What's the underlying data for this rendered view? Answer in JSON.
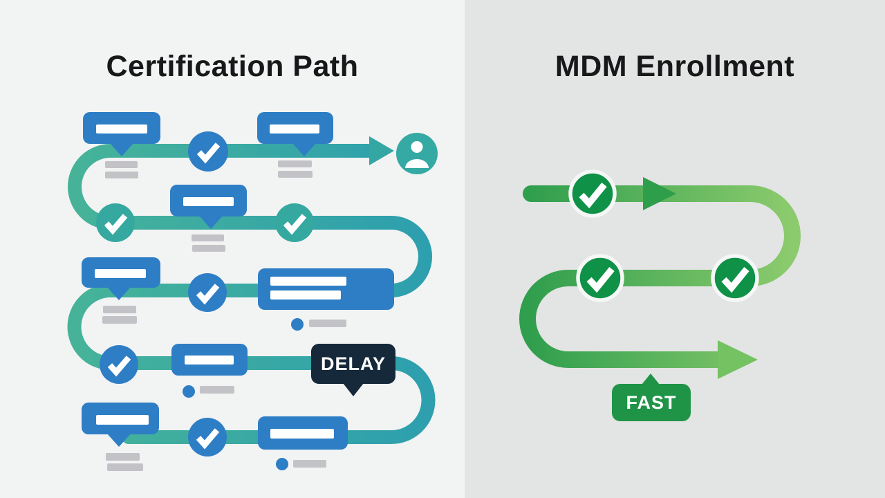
{
  "left": {
    "title": "Certification Path",
    "delay_label": "DELAY",
    "palette": {
      "background": "#f2f3f3",
      "path_teal_start": "#46b399",
      "path_teal_end": "#2d9fae",
      "node_blue": "#2e7ec5",
      "check_teal": "#35a8a0",
      "person_teal": "#35a9a3",
      "delay_bg": "#15293b",
      "placeholder_gray": "#c3c3c7"
    },
    "rows": [
      {
        "items": [
          "speech-bubble",
          "check-circle",
          "speech-bubble",
          "arrow",
          "person"
        ]
      },
      {
        "items": [
          "check-circle",
          "speech-bubble",
          "check-circle"
        ]
      },
      {
        "items": [
          "speech-bubble",
          "check-circle",
          "wide-card"
        ]
      },
      {
        "items": [
          "check-circle",
          "card",
          "delay-badge"
        ]
      },
      {
        "items": [
          "speech-bubble",
          "check-circle",
          "card"
        ]
      }
    ]
  },
  "right": {
    "title": "MDM Enrollment",
    "fast_label": "FAST",
    "palette": {
      "background": "#e3e4e4",
      "path_green_start": "#2f9e4d",
      "path_green_end": "#8ccb6d",
      "check_green": "#0f9147",
      "fast_bg": "#1f9447"
    },
    "rows": [
      {
        "items": [
          "check-circle",
          "arrow"
        ]
      },
      {
        "items": [
          "check-circle",
          "check-circle"
        ]
      },
      {
        "items": [
          "arrow",
          "fast-badge"
        ]
      }
    ]
  }
}
